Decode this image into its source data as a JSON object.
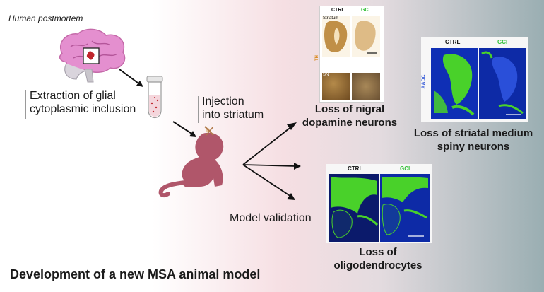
{
  "labels": {
    "human_postmortem": "Human postmortem",
    "extraction_line1": "Extraction of glial",
    "extraction_line2": "cytoplasmic inclusion",
    "injection_line1": "Injection",
    "injection_line2": "into striatum",
    "model_validation": "Model validation",
    "footer_title": "Development of a new MSA animal model"
  },
  "panels": {
    "nigral": {
      "ctrl": "CTRL",
      "gci": "GCI",
      "striatum": "Striatum",
      "sn": "SN",
      "th": "TH",
      "caption_line1": "Loss of nigral",
      "caption_line2": "dopamine neurons"
    },
    "striatal": {
      "ctrl": "CTRL",
      "gci": "GCI",
      "aadc": "AADC",
      "caption_line1": "Loss of striatal medium",
      "caption_line2": "spiny neurons"
    },
    "oligo": {
      "ctrl": "CTRL",
      "gci": "GCI",
      "caption_line1": "Loss of",
      "caption_line2": "oligodendrocytes"
    }
  },
  "colors": {
    "brain": "#e48fcf",
    "brain_stem": "#c9c6cc",
    "monkey": "#b0566a",
    "ctrl_text": "#111111",
    "gci_text": "#35c23a",
    "aadc_text": "#3a5ed8",
    "th_text": "#d98a1e",
    "fluor_green": "#49d12a",
    "fluor_blue": "#1c3fc4"
  },
  "icons": [
    "brain-icon",
    "tube-icon",
    "monkey-icon",
    "syringe-icon",
    "arrow-icon"
  ]
}
